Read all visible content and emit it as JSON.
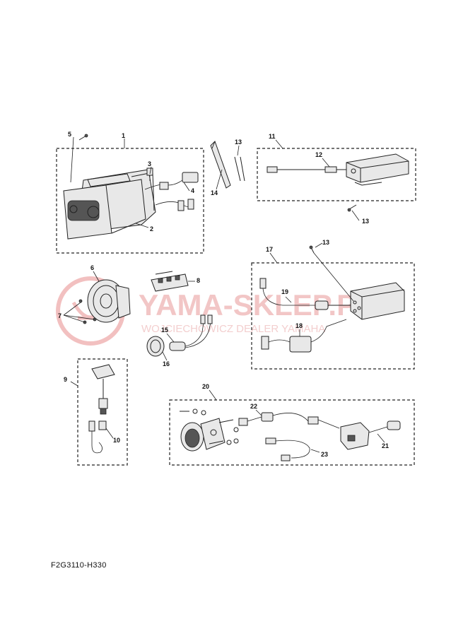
{
  "diagram_code": "F2G3110-H330",
  "watermark": {
    "line1": "YAMA-SKLEP.PL",
    "line2": "WOJCIECHOWICZ DEALER YAMAHA"
  },
  "callouts": {
    "c1": "1",
    "c2": "2",
    "c3": "3",
    "c4": "4",
    "c5": "5",
    "c6": "6",
    "c7": "7",
    "c8": "8",
    "c9": "9",
    "c10": "10",
    "c11": "11",
    "c12": "12",
    "c13a": "13",
    "c13b": "13",
    "c13c": "13",
    "c14": "14",
    "c15": "15",
    "c16": "16",
    "c17": "17",
    "c18": "18",
    "c19": "19",
    "c20": "20",
    "c21": "21",
    "c22": "22",
    "c23": "23"
  }
}
